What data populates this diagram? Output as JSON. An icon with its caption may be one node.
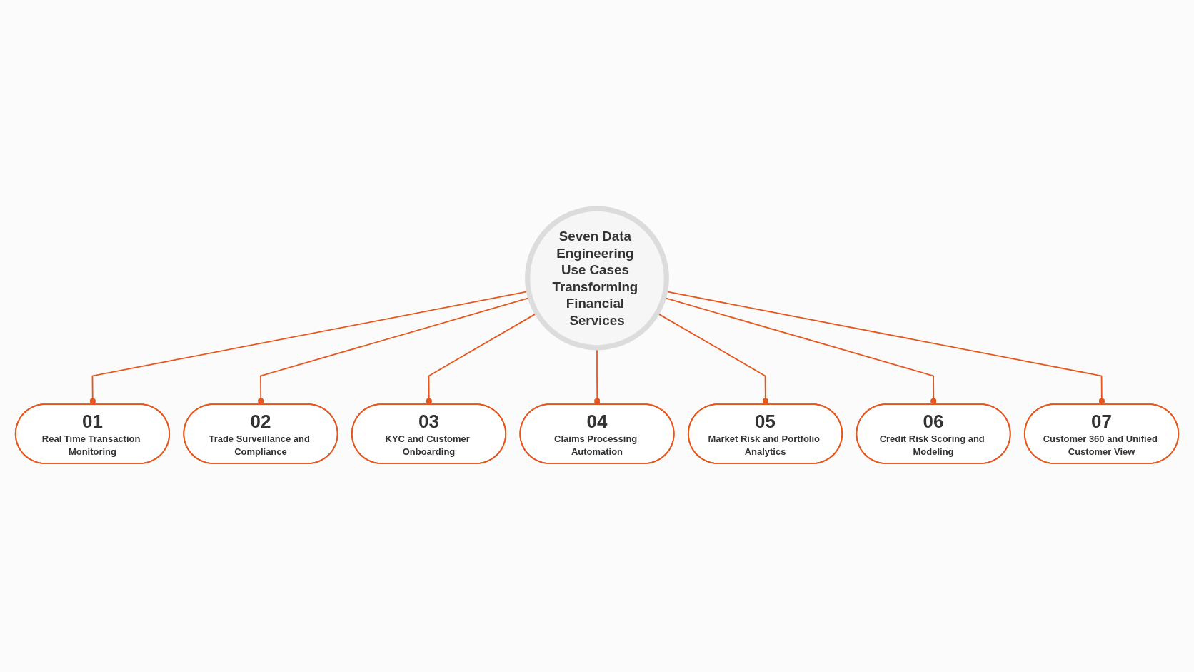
{
  "diagram": {
    "nodes": [
      {
        "text": [
          "Seven Data Engineering Use Cases Transforming Financial Services"
        ]
      },
      {
        "text": [
          "01",
          "Real Time Transaction Monitoring"
        ]
      },
      {
        "text": [
          "02",
          "Trade Surveillance and Compliance"
        ]
      },
      {
        "text": [
          "03",
          "KYC and Customer Onboarding"
        ]
      },
      {
        "text": [
          "04",
          "Claims Processing Automation"
        ]
      },
      {
        "text": [
          "05",
          "Market Risk and Portfolio Analytics"
        ]
      },
      {
        "text": [
          "06",
          "Credit Risk Scoring and Modeling"
        ]
      },
      {
        "text": [
          "07",
          "Customer 360 and Unified Customer View"
        ]
      }
    ],
    "edges": [
      {
        "from": 0,
        "to": 1,
        "arrow": "other"
      },
      {
        "from": 0,
        "to": 2,
        "arrow": "other"
      },
      {
        "from": 0,
        "to": 3,
        "arrow": "other"
      },
      {
        "from": 0,
        "to": 4,
        "arrow": "other"
      },
      {
        "from": 0,
        "to": 5,
        "arrow": "other"
      },
      {
        "from": 0,
        "to": 6,
        "arrow": "other"
      },
      {
        "from": 0,
        "to": 7,
        "arrow": "other"
      }
    ]
  }
}
